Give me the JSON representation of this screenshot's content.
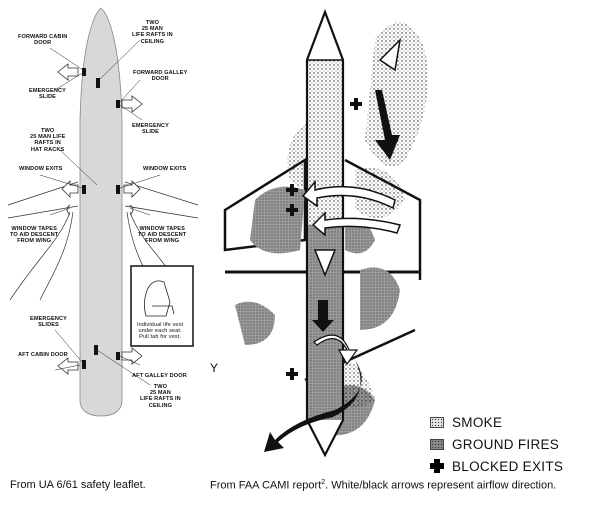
{
  "leaflet": {
    "forward_cabin_door": [
      "FORWARD CABIN",
      "DOOR"
    ],
    "two_rafts_ceiling_top": [
      "TWO",
      "25 MAN",
      "LIFE RAFTS IN",
      "CEILING"
    ],
    "forward_galley_door": [
      "FORWARD GALLEY",
      "DOOR"
    ],
    "emergency_slide_left": [
      "EMERGENCY",
      "SLIDE"
    ],
    "emergency_slide_right": [
      "EMERGENCY",
      "SLIDE"
    ],
    "two_rafts_hat_racks": [
      "TWO",
      "25 MAN LIFE",
      "RAFTS IN",
      "HAT RACKS"
    ],
    "window_exits_left": [
      "WINDOW EXITS"
    ],
    "window_exits_right": [
      "WINDOW EXITS"
    ],
    "window_tapes_left": [
      "WINDOW TAPES",
      "TO AID DESCENT",
      "FROM WING"
    ],
    "window_tapes_right": [
      "WINDOW TAPES",
      "TO AID DESCENT",
      "FROM WING"
    ],
    "life_vest_note": [
      "Individual life vest",
      "under each seat.",
      "Pull tab for vest."
    ],
    "emergency_slides": [
      "EMERGENCY",
      "SLIDES"
    ],
    "aft_cabin_door": [
      "AFT CABIN DOOR"
    ],
    "aft_galley_door": [
      "AFT GALLEY DOOR"
    ],
    "two_rafts_ceiling_bottom": [
      "TWO",
      "25 MAN",
      "LIFE RAFTS IN",
      "CEILING"
    ]
  },
  "cami": {
    "legend": [
      {
        "key": "smoke",
        "label": "SMOKE",
        "swatch": "#d9d9d9"
      },
      {
        "key": "ground_fires",
        "label": "GROUND FIRES",
        "swatch": "#8a8a8a"
      },
      {
        "key": "blocked_exits",
        "label": "BLOCKED EXITS",
        "swatch": "#000000"
      }
    ],
    "edge_letter": "Y"
  },
  "captions": {
    "left": "From UA 6/61 safety leaflet.",
    "right_pre": "From FAA CAMI report",
    "right_sup": "2",
    "right_post": ". White/black arrows represent airflow direction."
  },
  "colors": {
    "fuselage": "#d8d8d8",
    "ink": "#111111",
    "ground_fire": "#8a8a8a"
  }
}
